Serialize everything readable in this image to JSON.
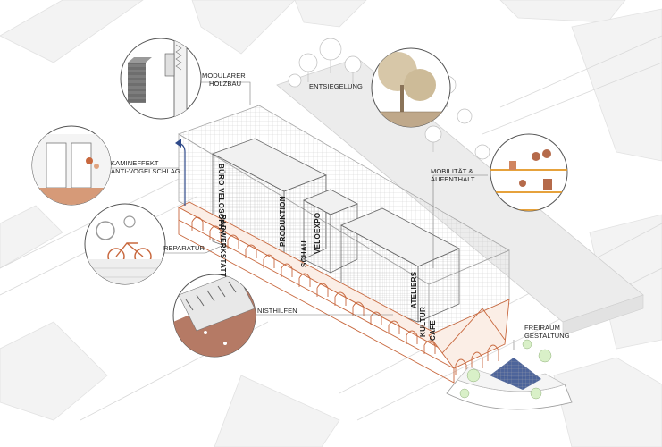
{
  "annotations": {
    "modular": [
      "MODULARER",
      "HOLZBAU"
    ],
    "entsiegelung": "ENTSIEGELUNG",
    "kamin": [
      "KAMINEFFEKT",
      "ANTI-VOGELSCHLAG"
    ],
    "mobilitaet": [
      "MOBILITÄT &",
      "AUFENTHALT"
    ],
    "reparatur": "REPARATUR",
    "nisthilfen": "NISTHILFEN",
    "freiraum": [
      "FREIRAUM",
      "GESTALTUNG"
    ]
  },
  "building_labels": {
    "buero": "BÜRO VELOSOPHY",
    "radwerkstatt": "RADWERKSTATT",
    "produktion": "PRODUKTION",
    "veloexpo": "VELOEXPO",
    "schau": "SCHAU",
    "ateliers": "ATELIERS",
    "kultur": "KULTUR",
    "cafe": "CAFE"
  },
  "colors": {
    "accent_orange": "#c8683e",
    "brick_fill": "#b57a65",
    "line_grey": "#8e8e8e",
    "grid_grey": "#b9b9b9",
    "tree_grey": "#c9c9c9",
    "airflow_blue": "#2f4a8a"
  },
  "icons": [
    "timber-module-icon",
    "tree-icon",
    "chimney-window-icon",
    "bicycle-icon",
    "nest-box-icon",
    "people-bench-icon"
  ]
}
